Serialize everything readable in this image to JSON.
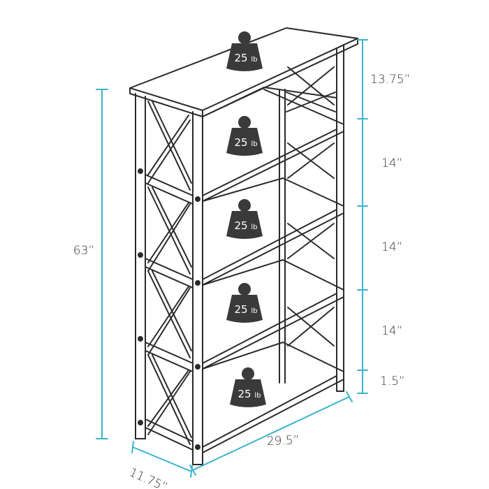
{
  "dimensions": {
    "height_total": "63”",
    "top_section": "13.75”",
    "shelf_gap_1": "14”",
    "shelf_gap_2": "14”",
    "shelf_gap_3": "14”",
    "bottom_clearance": "1.5”",
    "width": "29.5”",
    "depth": "11.75”"
  },
  "weights": [
    {
      "value": "25",
      "unit": "lb"
    },
    {
      "value": "25",
      "unit": "lb"
    },
    {
      "value": "25",
      "unit": "lb"
    },
    {
      "value": "25",
      "unit": "lb"
    },
    {
      "value": "25",
      "unit": "lb"
    }
  ],
  "colors": {
    "line": "#2a2a2a",
    "dimension": "#39b3cf",
    "weight": "#3a3a3a",
    "text": "#333333"
  }
}
